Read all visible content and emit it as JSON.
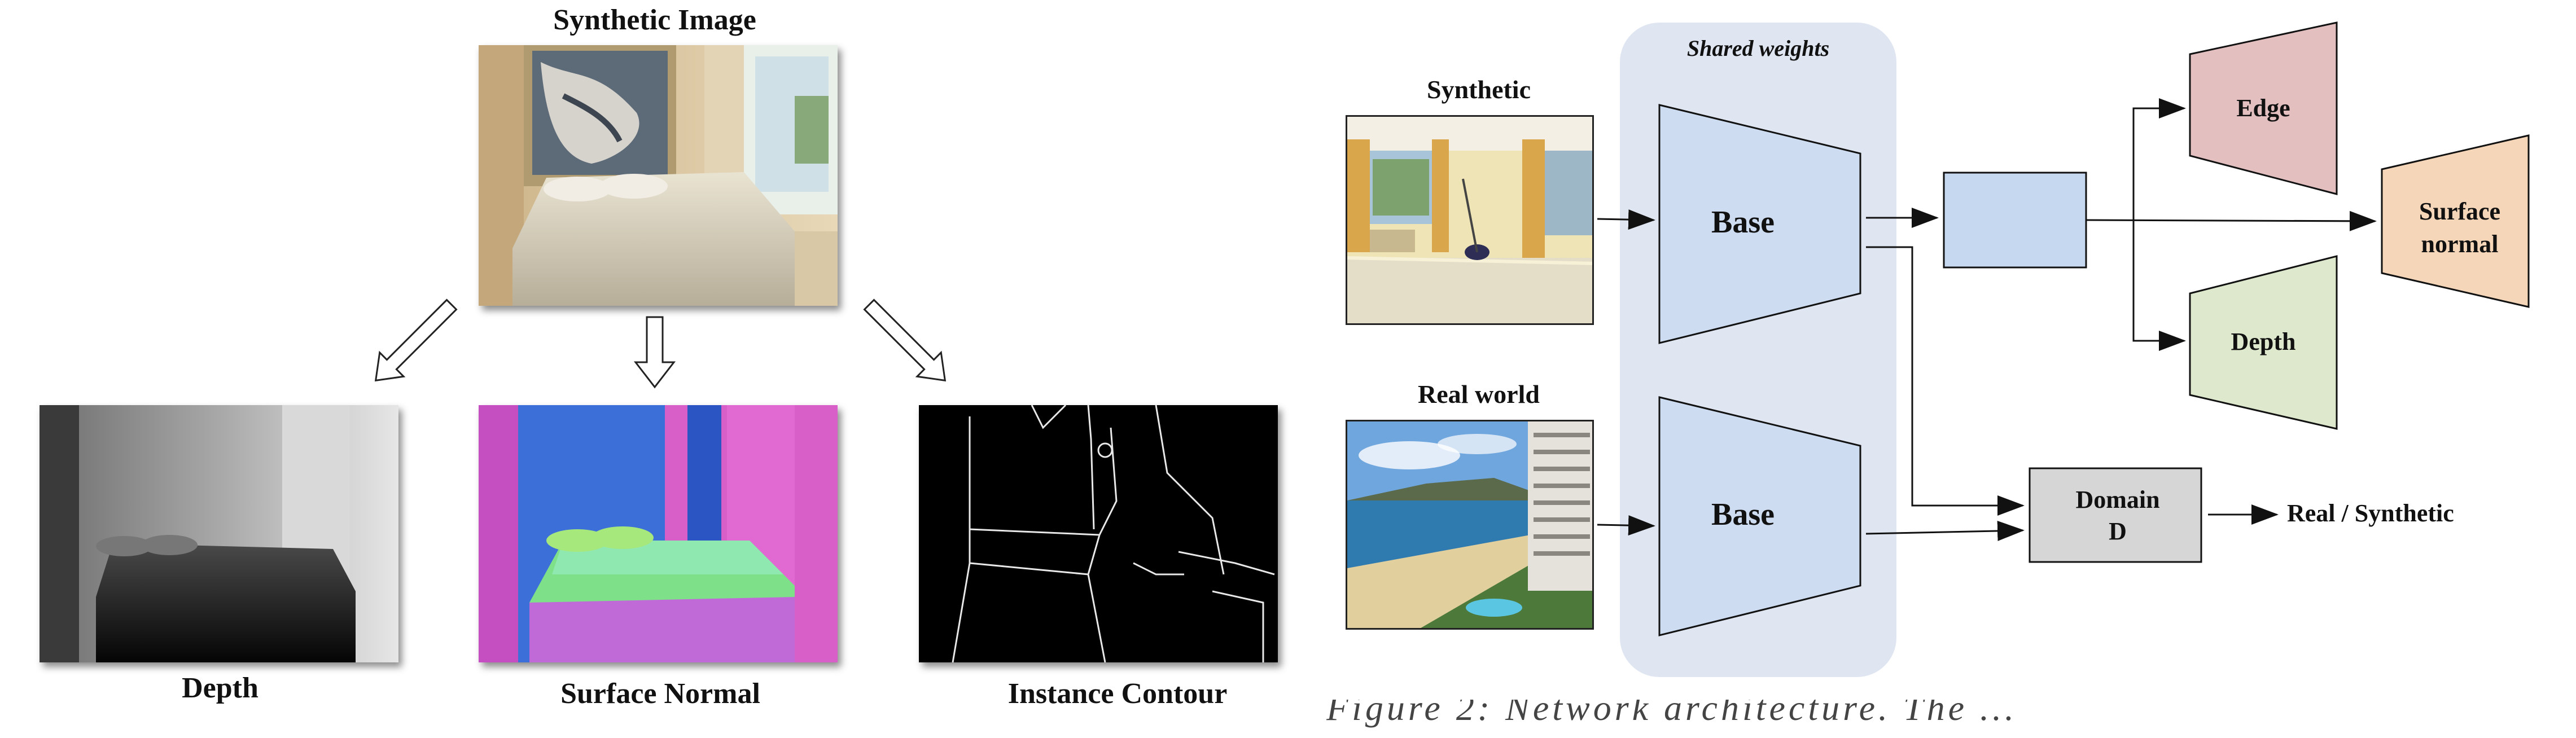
{
  "left_panel": {
    "title": "Synthetic Image",
    "outputs": [
      {
        "id": "depth",
        "label": "Depth"
      },
      {
        "id": "normal",
        "label": "Surface Normal"
      },
      {
        "id": "contour",
        "label": "Instance Contour"
      }
    ]
  },
  "architecture": {
    "shared_weights_label": "Shared weights",
    "inputs": [
      {
        "id": "synthetic",
        "label": "Synthetic"
      },
      {
        "id": "real",
        "label": "Real world"
      }
    ],
    "base_label": "Base",
    "heads": {
      "edge": "Edge",
      "surface_normal": "Surface normal",
      "depth": "Depth"
    },
    "discriminator": "Domain D",
    "output_label": "Real / Synthetic"
  },
  "colors": {
    "shared_bg": "#dfe6f1",
    "base_fill": "#cddcf0",
    "feature_fill": "#c6d8f0",
    "edge_fill": "#e3bfc0",
    "normal_fill": "#f6d6b8",
    "depth_fill": "#dde8cc",
    "domain_fill": "#d6d6d6"
  },
  "caption_fragment": "Figure 2: Network architecture. The ..."
}
